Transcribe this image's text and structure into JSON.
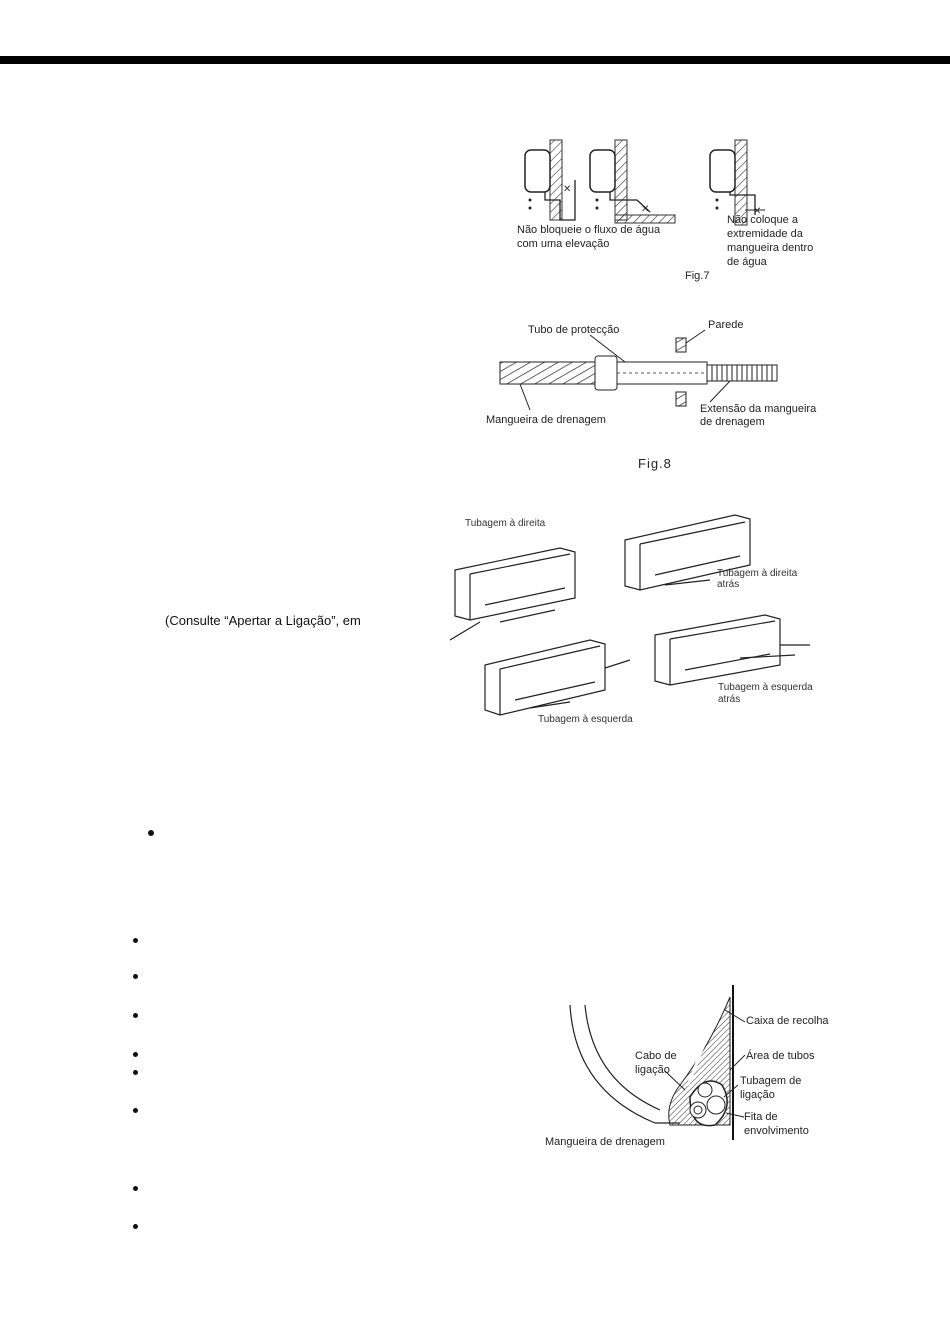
{
  "fig7": {
    "left_label": [
      "Não bloqueie o fluxo de água",
      "com uma elevação"
    ],
    "right_label": [
      "Não coloque a",
      "extremidade da",
      "mangueira dentro",
      "de água"
    ],
    "caption": "Fig.7"
  },
  "fig8": {
    "tubo": "Tubo de protecção",
    "parede": "Parede",
    "mangueira": "Mangueira de drenagem",
    "extensao": [
      "Extensão da mangueira",
      "de drenagem"
    ],
    "caption": "Fig.8"
  },
  "fig9": {
    "direita": "Tubagem à direita",
    "direita_atras": [
      "Tubagem à direita",
      "atrás"
    ],
    "esquerda": "Tubagem à esquerda",
    "esquerda_atras": [
      "Tubagem à esquerda",
      "atrás"
    ]
  },
  "note": "(Consulte “Apertar a Ligação”, em",
  "fig10": {
    "caixa": "Caixa de recolha",
    "area": "Área de tubos",
    "cabo": [
      "Cabo de",
      "ligação"
    ],
    "tubagem": [
      "Tubagem de",
      "ligação"
    ],
    "fita": [
      "Fita de",
      "envolvimento"
    ],
    "mangueira": "Mangueira de drenagem"
  }
}
